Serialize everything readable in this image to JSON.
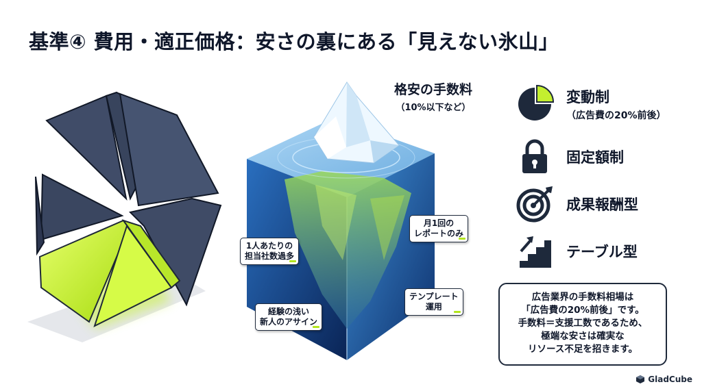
{
  "title": "基準④ 費用・適正価格：安さの裏にある「見えない氷山」",
  "iceberg": {
    "tip_title": "格安の手数料",
    "tip_sub": "（10%以下など）",
    "hidden": [
      {
        "line1": "1人あたりの",
        "line2": "担当社数過多"
      },
      {
        "line1": "月1回の",
        "line2": "レポートのみ"
      },
      {
        "line1": "経験の浅い",
        "line2": "新人のアサイン"
      },
      {
        "line1": "テンプレート",
        "line2": "運用"
      }
    ]
  },
  "fee_types": [
    {
      "label": "変動制",
      "sub": "（広告費の20%前後）",
      "icon": "pie-chart-icon"
    },
    {
      "label": "固定額制",
      "sub": "",
      "icon": "lock-icon"
    },
    {
      "label": "成果報酬型",
      "sub": "",
      "icon": "target-icon"
    },
    {
      "label": "テーブル型",
      "sub": "",
      "icon": "stairs-icon"
    }
  ],
  "note": {
    "lines": [
      "広告業界の手数料相場は",
      "「広告費の20%前後」です。",
      "手数料＝支援工数であるため、",
      "極端な安さは確実な",
      "リソース不足を招きます。"
    ]
  },
  "brand": "GladCube",
  "colors": {
    "dark": "#2f3b52",
    "accent": "#b3e61e",
    "ocean": "#1d5ea8",
    "text": "#0f172a"
  },
  "pie": {
    "segments": 7,
    "highlighted": 1
  }
}
